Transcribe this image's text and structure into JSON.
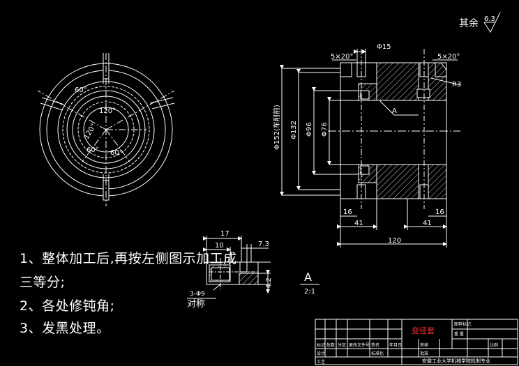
{
  "drawing": {
    "roughness_label": "其余",
    "roughness_value": "6.3",
    "front_view": {
      "chamfer_left": "5×20°",
      "chamfer_right": "5×20°",
      "slot_width": "Φ15",
      "radius": "R3",
      "section_mark": "A",
      "dia_outer": "Φ152(车削前)",
      "dia_132": "Φ132",
      "dia_96": "Φ96",
      "dia_76": "Φ76",
      "dim_16_left": "16",
      "dim_41_left": "41",
      "dim_41_right": "41",
      "dim_16_right": "16",
      "dim_120": "120"
    },
    "circle_view": {
      "angle_top": "60°",
      "angle_center": "120°",
      "angle_a": "60°",
      "angle_b": "60°",
      "angle_c": "120°"
    },
    "detail_view": {
      "dim_17": "17",
      "dim_10": "10",
      "dim_7_3": "7.3",
      "dim_4_2": "4.2",
      "dim_3_6": "3-Φ9",
      "symmetry": "对称",
      "section_label": "A",
      "scale": "2:1"
    }
  },
  "notes": [
    "1、整体加工后,再按左侧图示加工成",
    "三等分;",
    "2、各处修钝角;",
    "3、发黑处理。"
  ],
  "title_block": {
    "part_name": "变径套",
    "cell_a": "图样标记",
    "cell_b": "重 量",
    "org": "安徽工业大学机械学院机制专业",
    "row_labels": [
      "标记",
      "处数",
      "分区",
      "更改文件号",
      "签名",
      "年月日"
    ],
    "row2_labels": [
      "设计",
      "审核",
      "工艺",
      "标准化",
      "批准"
    ],
    "cell_c": "比例"
  },
  "colors": {
    "line": "#ffffff",
    "dim": "#ffffff",
    "title_red": "#ff3030",
    "center": "#ffffff"
  }
}
